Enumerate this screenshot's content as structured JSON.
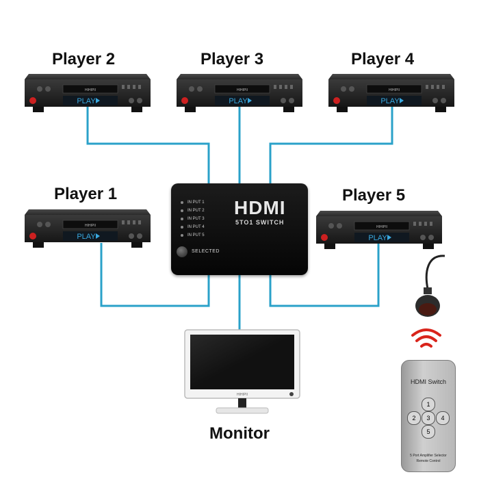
{
  "players": [
    {
      "label": "Player 1"
    },
    {
      "label": "Player 2"
    },
    {
      "label": "Player 3"
    },
    {
      "label": "Player 4"
    },
    {
      "label": "Player 5"
    }
  ],
  "player_display": {
    "play_text": "PLAY",
    "play_icon": "play-triangle-icon",
    "brand_text": "HIHIPII"
  },
  "switch": {
    "title": "HDMI",
    "subtitle": "5TO1 SWITCH",
    "inputs": [
      "IN PUT 1",
      "IN PUT 2",
      "IN PUT 3",
      "IN PUT 4",
      "IN PUT 5"
    ],
    "selected_label": "SELECTED"
  },
  "monitor": {
    "label": "Monitor",
    "brand_text": "HIHIPII"
  },
  "remote": {
    "title": "HDMI Switch",
    "buttons": [
      "1",
      "2",
      "3",
      "4",
      "5"
    ],
    "footer_line1": "5 Port Amplifier Selector",
    "footer_line2": "Remote Control"
  },
  "ir_receiver": {
    "icon": "ir-sensor-icon"
  },
  "ir_signal": {
    "icon": "wireless-signal-icon",
    "color": "#d9241b"
  },
  "colors": {
    "cable": "#2aa1c9",
    "device": "#2b2b2b",
    "power_button": "#cc2020",
    "display_text": "#39a9e0"
  }
}
